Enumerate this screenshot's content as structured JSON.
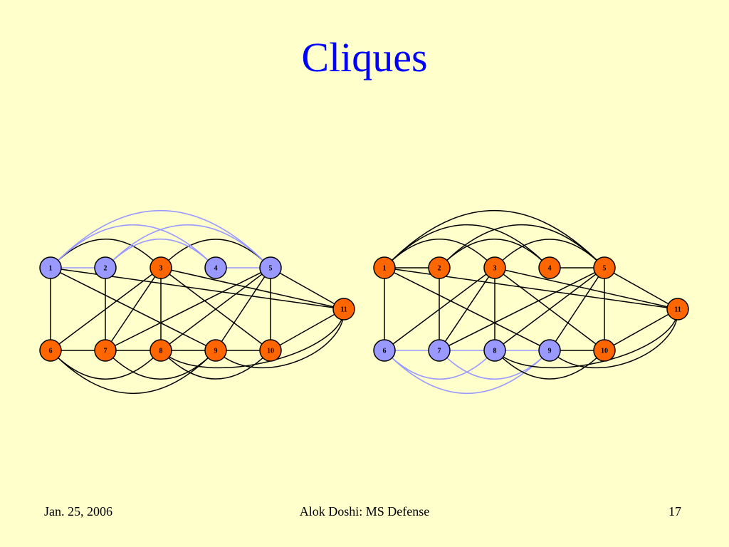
{
  "slide": {
    "title": "Cliques",
    "footer": {
      "date": "Jan. 25, 2006",
      "center": "Alok Doshi: MS Defense",
      "page": "17"
    }
  },
  "colors": {
    "background": "#ffffcc",
    "title": "#0000ff",
    "clique_node": "#9999ff",
    "clique_edge": "#9999ff",
    "other_node": "#ff6600",
    "edge": "#000000"
  },
  "graphs": [
    {
      "name": "left-graph",
      "clique": [
        "1",
        "2",
        "4",
        "5"
      ],
      "nodes": [
        "1",
        "2",
        "3",
        "4",
        "5",
        "6",
        "7",
        "8",
        "9",
        "10",
        "11"
      ],
      "edges": [
        [
          "1",
          "2"
        ],
        [
          "4",
          "5"
        ],
        [
          "1",
          "6"
        ],
        [
          "2",
          "7"
        ],
        [
          "3",
          "8"
        ],
        [
          "5",
          "10"
        ],
        [
          "6",
          "7"
        ],
        [
          "7",
          "8"
        ],
        [
          "8",
          "9"
        ],
        [
          "9",
          "10"
        ],
        [
          "1",
          "11"
        ],
        [
          "3",
          "11"
        ],
        [
          "5",
          "11"
        ],
        [
          "10",
          "11"
        ],
        [
          "1",
          "9"
        ],
        [
          "3",
          "6"
        ],
        [
          "3",
          "7"
        ],
        [
          "3",
          "10"
        ],
        [
          "5",
          "7"
        ],
        [
          "5",
          "8"
        ],
        [
          "5",
          "9"
        ],
        [
          "1",
          "3"
        ],
        [
          "3",
          "5"
        ],
        [
          "1",
          "5"
        ],
        [
          "2",
          "4"
        ],
        [
          "1",
          "4"
        ],
        [
          "2",
          "5"
        ],
        [
          "6",
          "8"
        ],
        [
          "6",
          "9"
        ],
        [
          "7",
          "9"
        ],
        [
          "8",
          "10"
        ],
        [
          "9",
          "11"
        ],
        [
          "8",
          "11"
        ]
      ]
    },
    {
      "name": "right-graph",
      "clique": [
        "6",
        "7",
        "8",
        "9"
      ],
      "nodes": [
        "1",
        "2",
        "3",
        "4",
        "5",
        "6",
        "7",
        "8",
        "9",
        "10",
        "11"
      ],
      "edges": [
        [
          "1",
          "2"
        ],
        [
          "4",
          "5"
        ],
        [
          "1",
          "6"
        ],
        [
          "2",
          "7"
        ],
        [
          "3",
          "8"
        ],
        [
          "5",
          "10"
        ],
        [
          "6",
          "7"
        ],
        [
          "7",
          "8"
        ],
        [
          "8",
          "9"
        ],
        [
          "9",
          "10"
        ],
        [
          "1",
          "11"
        ],
        [
          "3",
          "11"
        ],
        [
          "5",
          "11"
        ],
        [
          "10",
          "11"
        ],
        [
          "1",
          "9"
        ],
        [
          "3",
          "6"
        ],
        [
          "3",
          "7"
        ],
        [
          "3",
          "10"
        ],
        [
          "5",
          "7"
        ],
        [
          "5",
          "8"
        ],
        [
          "5",
          "9"
        ],
        [
          "1",
          "3"
        ],
        [
          "3",
          "5"
        ],
        [
          "1",
          "5"
        ],
        [
          "2",
          "4"
        ],
        [
          "1",
          "4"
        ],
        [
          "2",
          "5"
        ],
        [
          "6",
          "8"
        ],
        [
          "6",
          "9"
        ],
        [
          "7",
          "9"
        ],
        [
          "8",
          "10"
        ],
        [
          "9",
          "11"
        ],
        [
          "8",
          "11"
        ]
      ]
    }
  ]
}
